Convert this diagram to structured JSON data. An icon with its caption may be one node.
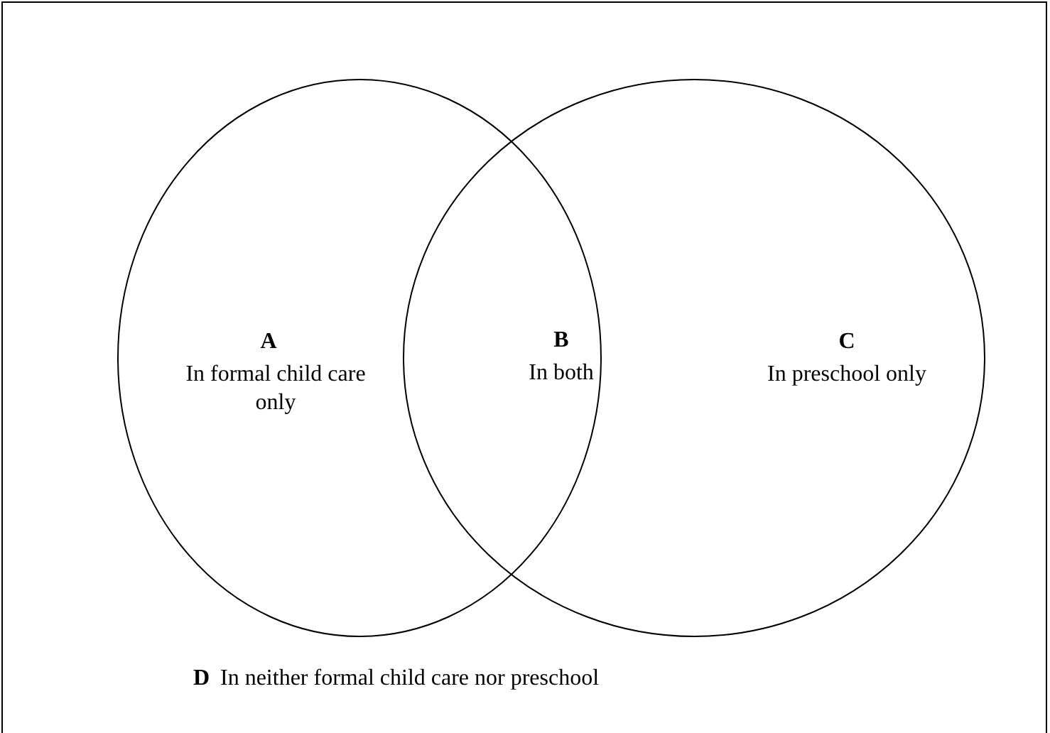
{
  "diagram": {
    "nodes": [
      {
        "text": [
          "D",
          "In neither formal child care nor preschool"
        ]
      },
      {
        "text": [
          "A",
          "In formal child care only"
        ],
        "in": 0
      },
      {
        "text": [
          "C",
          "In preschool only"
        ],
        "in": 0
      }
    ],
    "edges": [],
    "labels": [
      "B",
      "In both"
    ]
  }
}
